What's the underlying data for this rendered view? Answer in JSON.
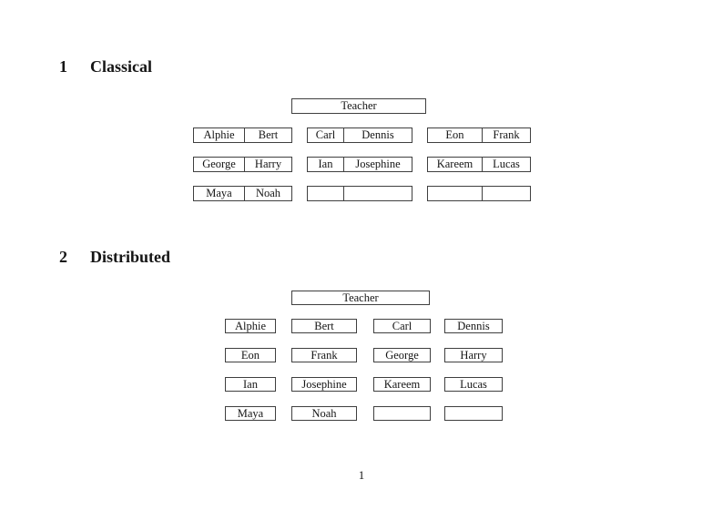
{
  "colors": {
    "background": "#ffffff",
    "border": "#3f3f3f",
    "text": "#151515"
  },
  "sections": [
    {
      "heading_number": "1",
      "heading_title": "Classical",
      "teacher_label": "Teacher",
      "desk_rows": [
        {
          "desks": [
            {
              "seats": [
                "Alphie",
                "Bert"
              ]
            },
            {
              "seats": [
                "Carl",
                "Dennis"
              ]
            },
            {
              "seats": [
                "Eon",
                "Frank"
              ]
            }
          ]
        },
        {
          "desks": [
            {
              "seats": [
                "George",
                "Harry"
              ]
            },
            {
              "seats": [
                "Ian",
                "Josephine"
              ]
            },
            {
              "seats": [
                "Kareem",
                "Lucas"
              ]
            }
          ]
        },
        {
          "desks": [
            {
              "seats": [
                "Maya",
                "Noah"
              ]
            },
            {
              "seats": [
                "",
                ""
              ]
            },
            {
              "seats": [
                "",
                ""
              ]
            }
          ]
        }
      ]
    },
    {
      "heading_number": "2",
      "heading_title": "Distributed",
      "teacher_label": "Teacher",
      "desk_rows": [
        {
          "desks": [
            {
              "seats": [
                "Alphie"
              ]
            },
            {
              "seats": [
                "Bert"
              ]
            },
            {
              "seats": [
                "Carl"
              ]
            },
            {
              "seats": [
                "Dennis"
              ]
            }
          ]
        },
        {
          "desks": [
            {
              "seats": [
                "Eon"
              ]
            },
            {
              "seats": [
                "Frank"
              ]
            },
            {
              "seats": [
                "George"
              ]
            },
            {
              "seats": [
                "Harry"
              ]
            }
          ]
        },
        {
          "desks": [
            {
              "seats": [
                "Ian"
              ]
            },
            {
              "seats": [
                "Josephine"
              ]
            },
            {
              "seats": [
                "Kareem"
              ]
            },
            {
              "seats": [
                "Lucas"
              ]
            }
          ]
        },
        {
          "desks": [
            {
              "seats": [
                "Maya"
              ]
            },
            {
              "seats": [
                "Noah"
              ]
            },
            {
              "seats": [
                ""
              ]
            },
            {
              "seats": [
                ""
              ]
            }
          ]
        }
      ]
    }
  ],
  "footer": {
    "page_number": "1"
  }
}
